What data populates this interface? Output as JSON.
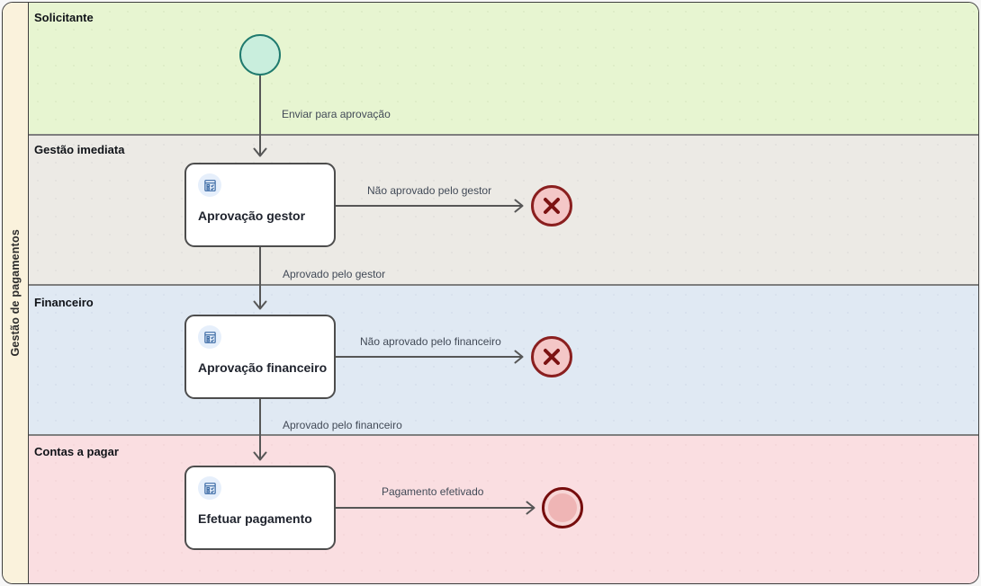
{
  "diagram": {
    "type": "bpmn-swimlane",
    "pool_label": "Gestão de pagamentos",
    "lanes": [
      {
        "label": "Solicitante",
        "color": "#e7f5d1"
      },
      {
        "label": "Gestão imediata",
        "color": "#eceae5"
      },
      {
        "label": "Financeiro",
        "color": "#e0e9f3"
      },
      {
        "label": "Contas a pagar",
        "color": "#fadee1"
      }
    ],
    "tasks": [
      {
        "label": "Aprovação gestor",
        "lane": "Gestão imediata",
        "icon": "form-checklist-icon"
      },
      {
        "label": "Aprovação financeiro",
        "lane": "Financeiro",
        "icon": "form-checklist-icon"
      },
      {
        "label": "Efetuar pagamento",
        "lane": "Contas a pagar",
        "icon": "form-checklist-icon"
      }
    ],
    "events": [
      {
        "type": "start",
        "lane": "Solicitante"
      },
      {
        "type": "end-cancel",
        "lane": "Gestão imediata"
      },
      {
        "type": "end-cancel",
        "lane": "Financeiro"
      },
      {
        "type": "end-terminate",
        "lane": "Contas a pagar"
      }
    ],
    "flows": [
      {
        "label": "Enviar para aprovação",
        "from": "start",
        "to": "Aprovação gestor"
      },
      {
        "label": "Não aprovado pelo gestor",
        "from": "Aprovação gestor",
        "to": "end-cancel"
      },
      {
        "label": "Aprovado pelo gestor",
        "from": "Aprovação gestor",
        "to": "Aprovação financeiro"
      },
      {
        "label": "Não aprovado pelo financeiro",
        "from": "Aprovação financeiro",
        "to": "end-cancel"
      },
      {
        "label": "Aprovado pelo financeiro",
        "from": "Aprovação financeiro",
        "to": "Efetuar pagamento"
      },
      {
        "label": "Pagamento efetivado",
        "from": "Efetuar pagamento",
        "to": "end-terminate"
      }
    ],
    "colors": {
      "pool_header_bg": "#faf2dc",
      "pool_border": "#3f3f3f",
      "lane_divider": "#7e7e7e",
      "arrow": "#565656",
      "task_bg": "#ffffff",
      "task_border": "#4d4d4d",
      "task_icon_blue": "#3c6ba5",
      "task_icon_badge_bg": "#e6effb",
      "start_fill": "#c9eedd",
      "start_border": "#1f7a6e",
      "end_cancel_fill": "#f4c7c7",
      "end_cancel_border": "#8a1f1f",
      "end_terminate_fill": "#f7d6d6",
      "end_terminate_inner": "#efb5b5",
      "end_terminate_border": "#760d0d"
    }
  }
}
